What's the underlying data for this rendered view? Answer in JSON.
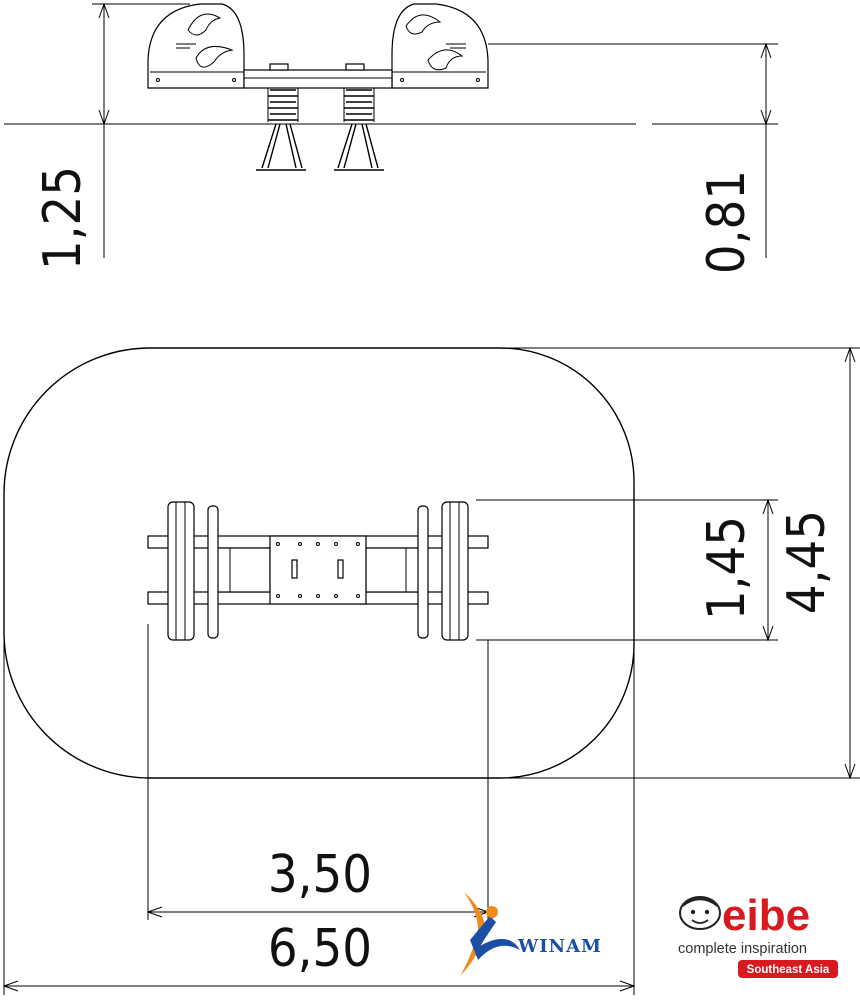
{
  "dimensions": {
    "total_height": "1,25",
    "seat_height": "0,81",
    "equipment_width": "1,45",
    "area_width": "4,45",
    "equipment_length": "3,50",
    "area_length": "6,50"
  },
  "logos": {
    "winam": "WINAM",
    "eibe_name": "eibe",
    "eibe_tagline": "complete inspiration",
    "eibe_region": "Southeast Asia"
  },
  "colors": {
    "line": "#000000",
    "eibe_red": "#d71920",
    "winam_blue": "#1a4fa3",
    "winam_orange": "#f08a1c"
  }
}
